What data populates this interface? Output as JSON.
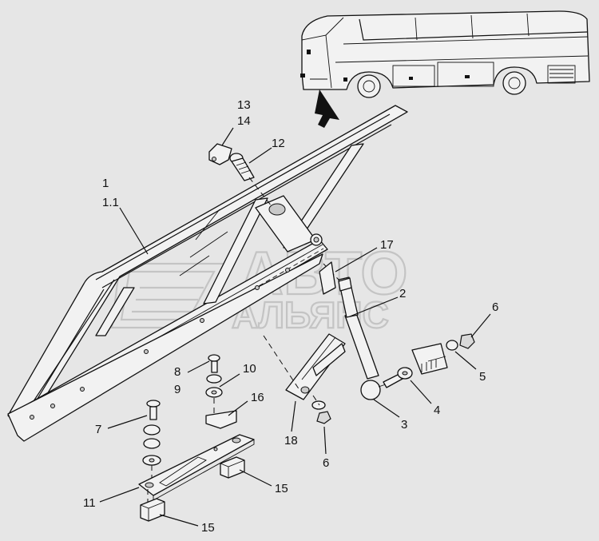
{
  "watermark": {
    "line1": "АВТО",
    "line2": "АЛЬЯНС"
  },
  "callouts": {
    "c13": "13",
    "c14": "14",
    "c12": "12",
    "c1": "1",
    "c1_1": "1.1",
    "c17": "17",
    "c2": "2",
    "c6a": "6",
    "c5": "5",
    "c4": "4",
    "c3": "3",
    "c18": "18",
    "c6b": "6",
    "c8": "8",
    "c9": "9",
    "c10": "10",
    "c16": "16",
    "c7": "7",
    "c11": "11",
    "c15a": "15",
    "c15b": "15"
  },
  "icons": [
    "bus-icon",
    "direction-arrow-icon",
    "logo-mark-icon"
  ]
}
